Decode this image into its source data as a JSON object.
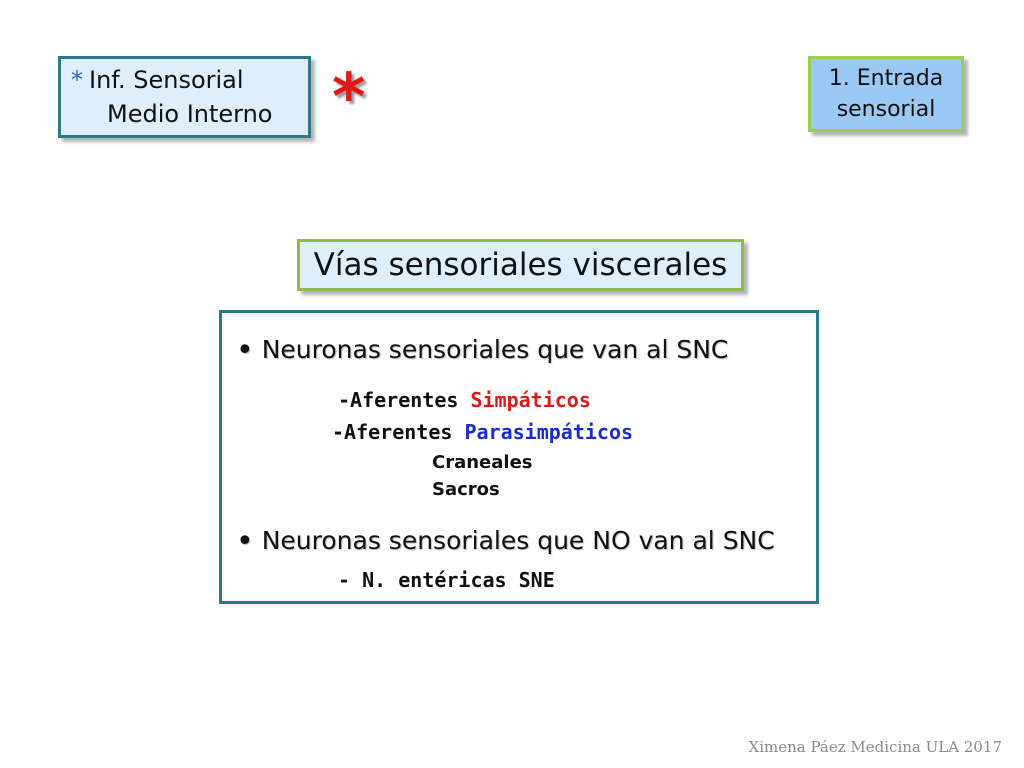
{
  "top_left_box": {
    "star": "*",
    "line1": "Inf. Sensorial",
    "line2": "Medio Interno"
  },
  "big_star": "*",
  "top_right_box": {
    "line1": "1. Entrada",
    "line2": "sensorial"
  },
  "title": "Vías sensoriales viscerales",
  "content": {
    "bullet_symbol": "•",
    "bullet1": "Neuronas sensoriales que van al SNC",
    "aferentes_prefix": "-Aferentes",
    "simpaticos": "Simpáticos",
    "parasimpaticos": "Parasimpáticos",
    "craneales": "Craneales",
    "sacros": "Sacros",
    "bullet2": "Neuronas sensoriales que NO van al SNC",
    "entericas": "- N. entéricas SNE"
  },
  "footer": "Ximena Páez Medicina ULA 2017",
  "colors": {
    "red": "#d81a1a",
    "blue": "#1a2bd0",
    "star_blue": "#2b64d8",
    "box_border_teal": "#2c7a86",
    "box_border_green": "#8cbc46",
    "light_blue_fill": "#dfeefb",
    "entrada_fill": "#9cc8f4"
  }
}
